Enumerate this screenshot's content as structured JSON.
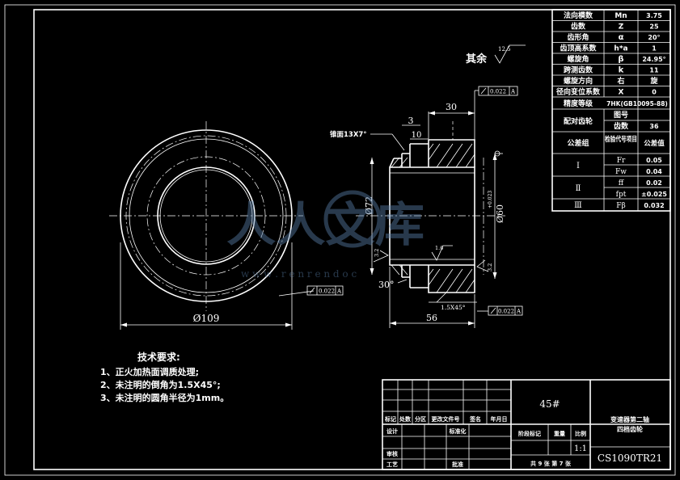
{
  "params": [
    [
      "法向模数",
      "Mn",
      "3.75"
    ],
    [
      "齿数",
      "Z",
      "25"
    ],
    [
      "齿形角",
      "α",
      "20°"
    ],
    [
      "齿顶高系数",
      "h*a",
      "1"
    ],
    [
      "螺旋角",
      "β",
      "24.95°"
    ],
    [
      "跨测齿数",
      "k",
      "11"
    ]
  ],
  "helix_dir": {
    "label": "螺旋方向",
    "v1": "右",
    "v2": "旋"
  },
  "profile_shift": {
    "label": "径向变位系数",
    "symbol": "X",
    "value": "0"
  },
  "precision": {
    "label": "精度等级",
    "value": "7HK(GB10095-88)"
  },
  "mating_gear": {
    "label": "配对齿轮",
    "drawing_no": "图号",
    "teeth": "齿数",
    "teeth_value": "36"
  },
  "tolerance": {
    "group_label": "公差组",
    "item_label": "检验代号项目",
    "value_label": "公差值",
    "rows": [
      {
        "group": "Ⅰ",
        "code": "Fr",
        "value": "0.05"
      },
      {
        "group": "",
        "code": "Fw",
        "value": "0.04"
      },
      {
        "group": "Ⅱ",
        "code": "ff",
        "value": "0.02"
      },
      {
        "group": "",
        "code": "fpt",
        "value": "±0.025"
      },
      {
        "group": "Ⅲ",
        "code": "Fβ",
        "value": "0.032"
      }
    ]
  },
  "surface_rest": {
    "label": "其余",
    "value": "12.5"
  },
  "dims": {
    "d109": "Ø109",
    "d72": "Ø72",
    "d60": "Ø60",
    "d60_tol": "+0.023",
    "l56": "56",
    "l30": "30",
    "l10": "10",
    "l3": "3",
    "a30": "30°",
    "chamfer": "1.5X45°",
    "spline_note": "锥面13X7°",
    "ra16": "1.6",
    "ra32a": "3.2",
    "ra32b": "3.2",
    "tol1": "0.022",
    "tol2": "0.022",
    "tol3": "0.022",
    "datum": "A"
  },
  "watermark": {
    "text": "人人文库",
    "url": "w w w . r e n r e n d o c"
  },
  "tech": {
    "title": "技术要求:",
    "items": [
      "1、正火加热面调质处理;",
      "2、未注明的倒角为1.5X45°;",
      "3、未注明的圆角半径为1mm。"
    ]
  },
  "titleblock": {
    "material": "45#",
    "part_name": "变速器第二轴",
    "part_name2": "四档齿轮",
    "drawing_no": "CS1090TR21",
    "scale_label": "比例",
    "scale": "1:1",
    "weight_label": "重量",
    "stage_label": "阶段标记",
    "sheet_info": "共 9 张  第 7 张",
    "rev_headers": [
      "标记",
      "处数",
      "分区",
      "更改文件号",
      "签名",
      "年月日"
    ],
    "design": "设计",
    "std": "标准化",
    "review": "审核",
    "process": "工艺",
    "approve": "批准"
  }
}
